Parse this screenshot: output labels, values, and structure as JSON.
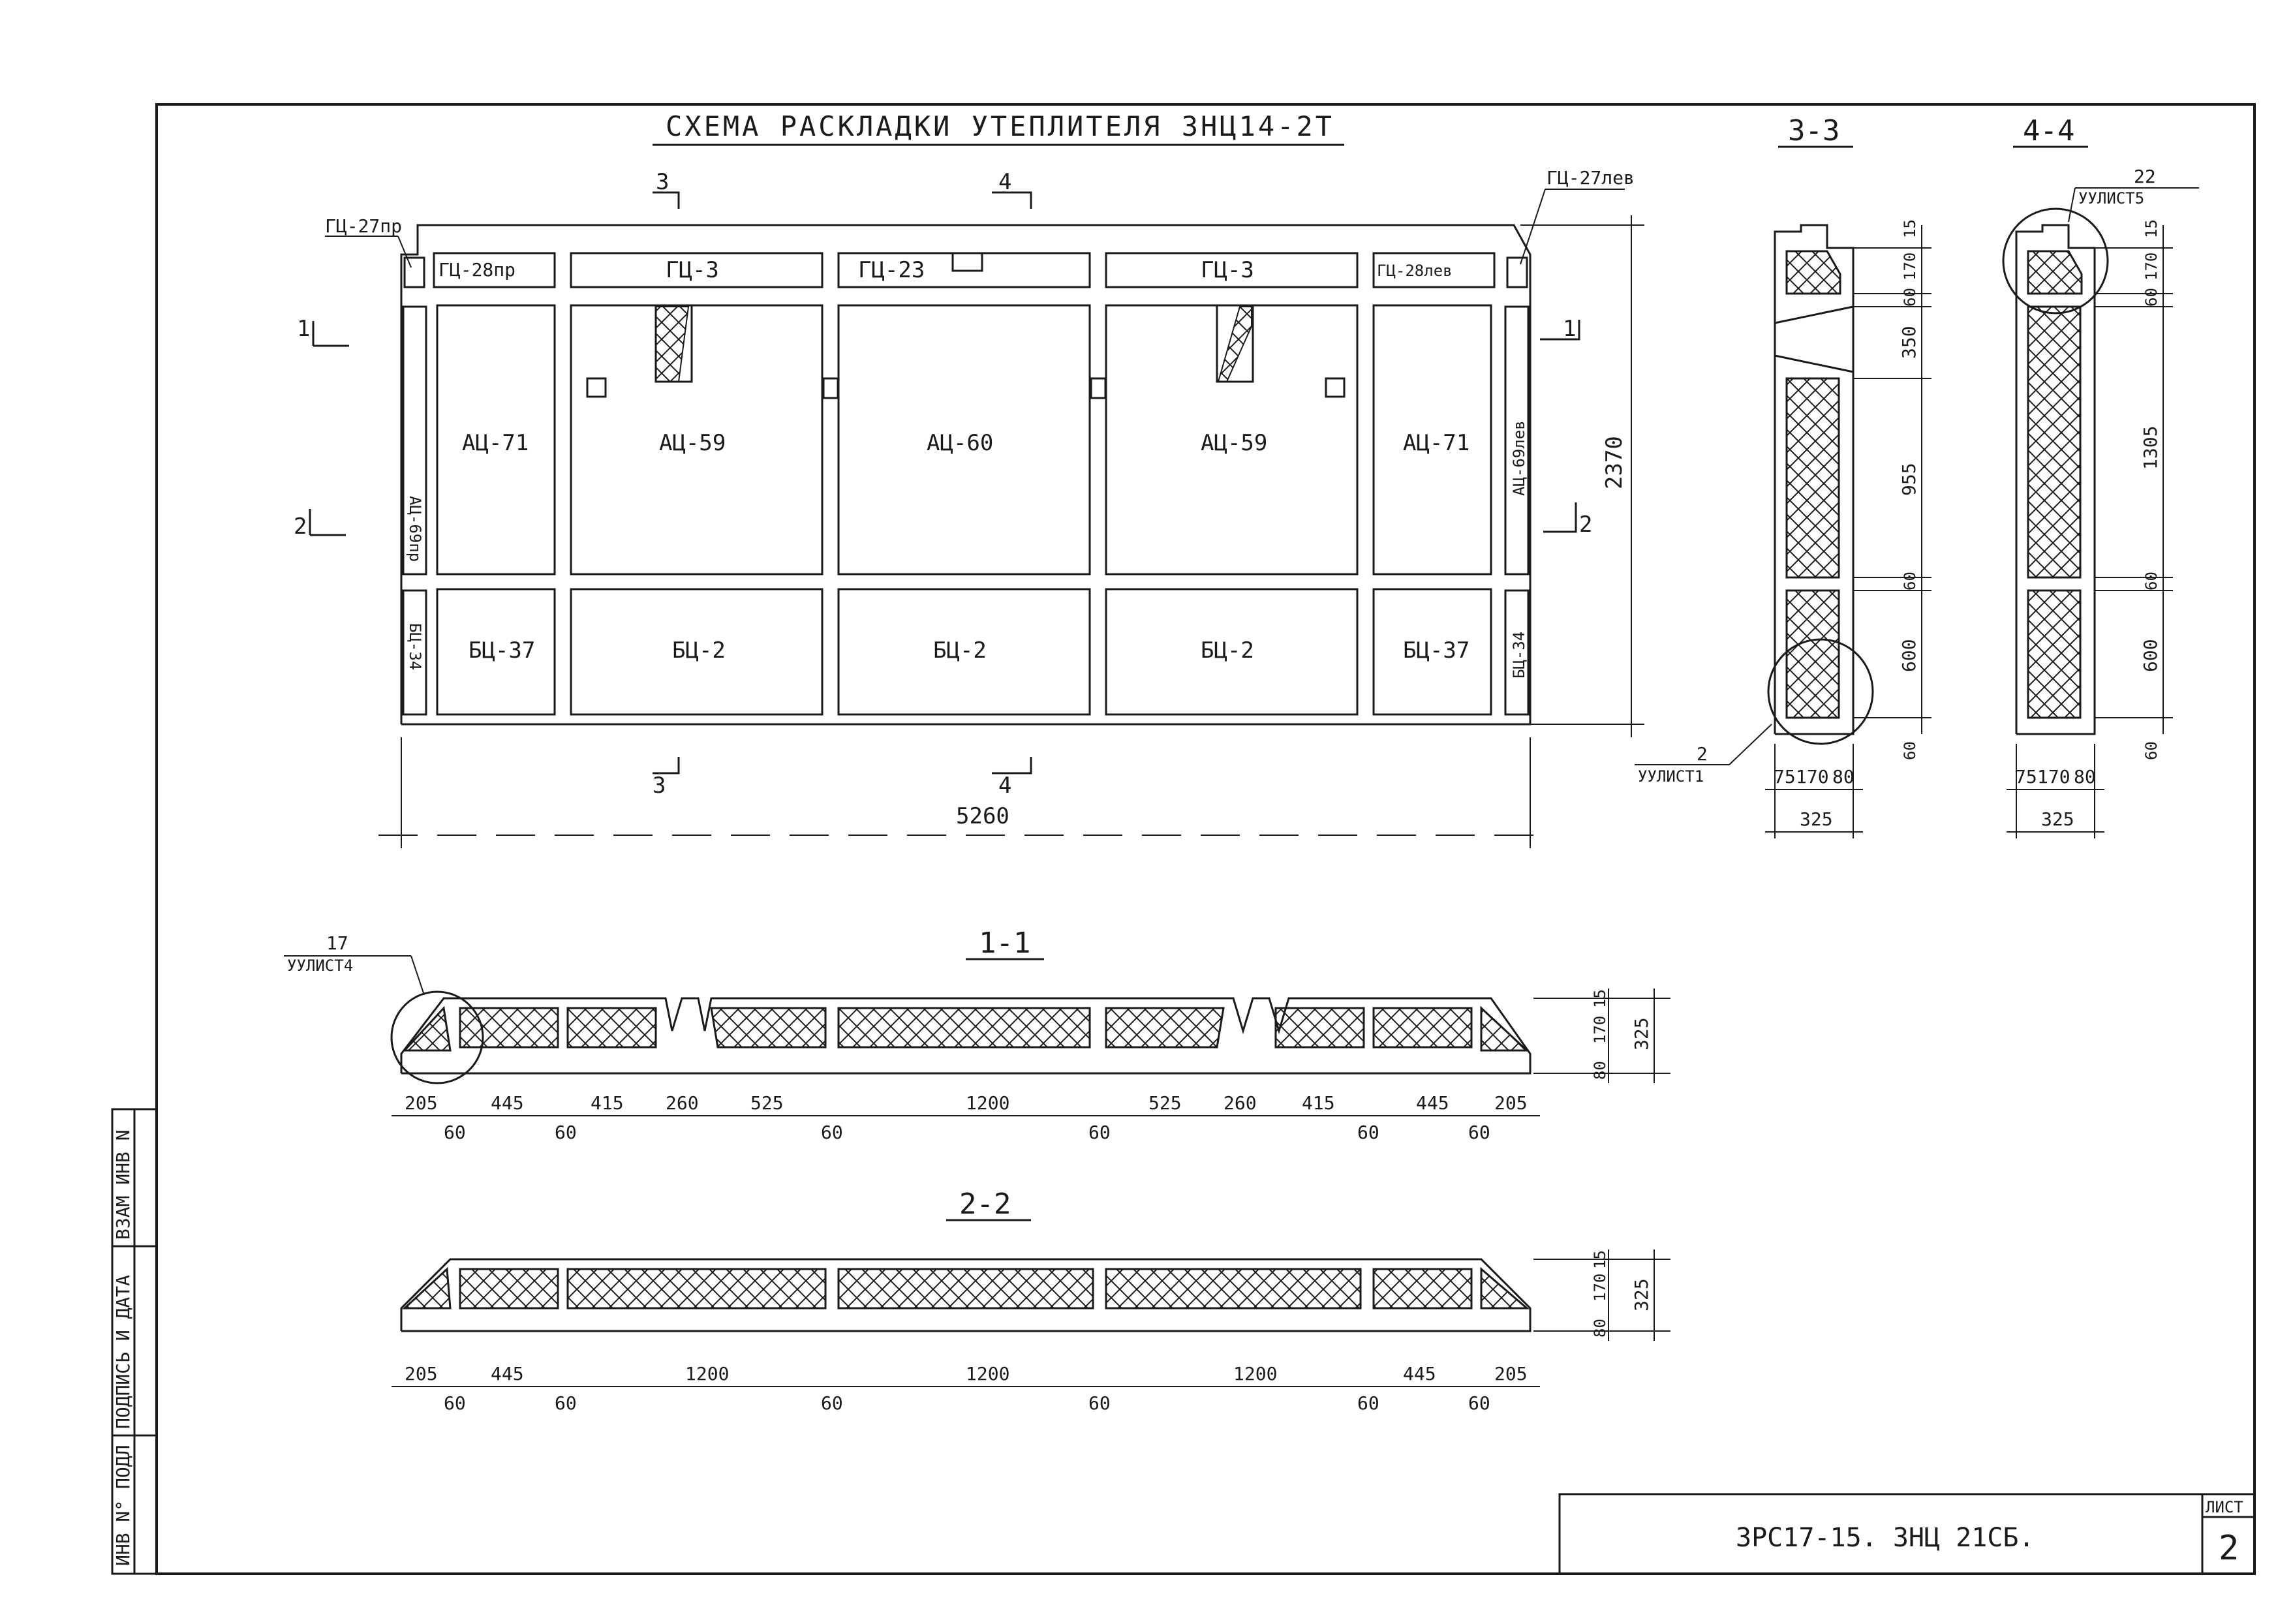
{
  "title": "СХЕМА   РАСКЛАДКИ   УТЕПЛИТЕЛЯ 3НЦ14-2Т",
  "plan": {
    "overall_width": "5260",
    "overall_height": "2370",
    "top_row": [
      "ГЦ-28пр",
      "ГЦ-3",
      "ГЦ-23",
      "ГЦ-3",
      "ГЦ-28лев"
    ],
    "mid_row": [
      "АЦ-71",
      "АЦ-59",
      "АЦ-60",
      "АЦ-59",
      "АЦ-71"
    ],
    "bot_row": [
      "БЦ-37",
      "БЦ-2",
      "БЦ-2",
      "БЦ-2",
      "БЦ-37"
    ],
    "corner_left": "ГЦ-27пр",
    "corner_right": "ГЦ-27лев",
    "edge_left_mid": "АЦ-69пр",
    "edge_right_mid": "АЦ-69лев",
    "edge_left_bot": "БЦ-34",
    "edge_right_bot": "БЦ-34",
    "cut_marks": [
      "1",
      "2",
      "3",
      "4"
    ]
  },
  "section_33": {
    "label": "3-3",
    "dims_right": [
      "15",
      "170",
      "60",
      "350",
      "955",
      "60",
      "600",
      "60"
    ],
    "dims_bottom": [
      "75",
      "170",
      "80"
    ],
    "total": "325",
    "callout": "2",
    "callout_sub": "УУЛИСТ1"
  },
  "section_44": {
    "label": "4-4",
    "dims_right": [
      "15",
      "170",
      "60",
      "1305",
      "60",
      "600",
      "60"
    ],
    "dims_bottom": [
      "75",
      "170",
      "80"
    ],
    "total": "325",
    "callout": "22",
    "callout_sub": "УУЛИСТ5"
  },
  "section_11": {
    "label": "1-1",
    "dims_top_row": [
      "205",
      "445",
      "415",
      "260",
      "525",
      "1200",
      "525",
      "260",
      "415",
      "445",
      "205"
    ],
    "dims_gaps": [
      "60",
      "60",
      "60",
      "60",
      "60",
      "60"
    ],
    "height_dims": [
      "15",
      "170",
      "80"
    ],
    "total": "325",
    "callout": "17",
    "callout_sub": "УУЛИСТ4"
  },
  "section_22": {
    "label": "2-2",
    "dims_top_row": [
      "205",
      "445",
      "1200",
      "1200",
      "1200",
      "445",
      "205"
    ],
    "dims_gaps": [
      "60",
      "60",
      "60",
      "60",
      "60",
      "60"
    ],
    "height_dims": [
      "15",
      "170",
      "80"
    ],
    "total": "325"
  },
  "stamp": {
    "doc_code": "3РС17-15. 3НЦ 21СБ.",
    "sheet_label": "ЛИСТ",
    "sheet_number": "2"
  },
  "side_strip": [
    "ИНВ N° ПОДЛ",
    "ПОДПИСЬ И ДАТА",
    "ВЗАМ ИНВ N"
  ],
  "colors": {
    "ink": "#1a1a1a",
    "paper": "#ffffff"
  }
}
